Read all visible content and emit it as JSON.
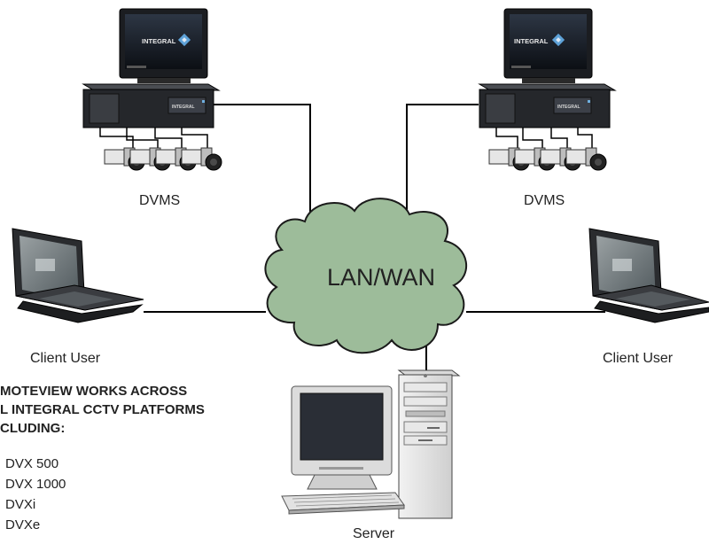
{
  "network": {
    "label": "LAN/WAN"
  },
  "nodes": {
    "dvms_left": {
      "label": "DVMS",
      "brand": "INTEGRAL"
    },
    "dvms_right": {
      "label": "DVMS",
      "brand": "INTEGRAL"
    },
    "client_left": {
      "label": "Client User"
    },
    "client_right": {
      "label": "Client User"
    },
    "server": {
      "label": "Server"
    }
  },
  "note": {
    "lines": [
      "MOTEVIEW WORKS ACROSS",
      "L INTEGRAL CCTV PLATFORMS",
      "CLUDING:"
    ],
    "platforms": [
      "DVX 500",
      "DVX 1000",
      "DVXi",
      "DVXe"
    ]
  },
  "colors": {
    "cloud_fill": "#9dbc9a",
    "cloud_stroke": "#1a1a1a",
    "line": "#000000"
  }
}
